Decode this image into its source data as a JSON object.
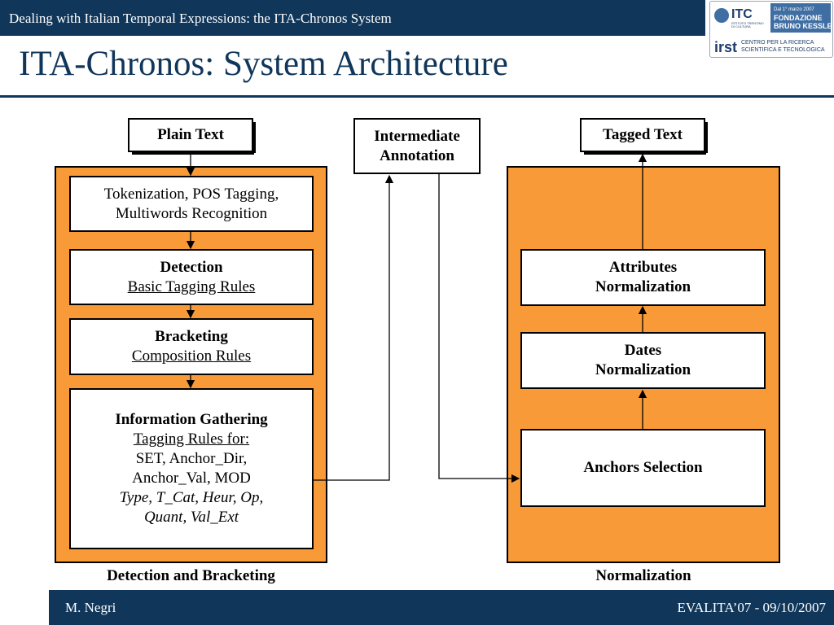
{
  "header": {
    "running_title": "Dealing with Italian Temporal Expressions: the ITA-Chronos System",
    "slide_title": "ITA-Chronos: System Architecture"
  },
  "logo": {
    "itc": "ITC",
    "itc_sub": "ISTITUTO TRENTINO DI CULTURA",
    "date_note": "Dal 1° marzo 2007",
    "fbk_line1": "FONDAZIONE",
    "fbk_line2": "BRUNO KESSLER",
    "irst": "irst",
    "irst_line1": "CENTRO PER LA RICERCA",
    "irst_line2": "SCIENTIFICA E TECNOLOGICA"
  },
  "diagram": {
    "plain_text": "Plain Text",
    "intermediate_line1": "Intermediate",
    "intermediate_line2": "Annotation",
    "tagged_text": "Tagged Text",
    "left_panel": {
      "caption": "Detection and Bracketing",
      "tokenization_line1": "Tokenization, POS Tagging,",
      "tokenization_line2": "Multiwords Recognition",
      "detection_title": "Detection",
      "detection_sub": "Basic Tagging Rules",
      "bracketing_title": "Bracketing",
      "bracketing_sub": "Composition Rules",
      "info_title": "Information Gathering",
      "info_sub": "Tagging Rules for:",
      "info_line1": "SET, Anchor_Dir,",
      "info_line2": "Anchor_Val, MOD",
      "info_line3": "Type, T_Cat, Heur, Op,",
      "info_line4": "Quant, Val_Ext"
    },
    "right_panel": {
      "caption": "Normalization",
      "attributes_line1": "Attributes",
      "attributes_line2": "Normalization",
      "dates_line1": "Dates",
      "dates_line2": "Normalization",
      "anchors": "Anchors Selection"
    }
  },
  "footer": {
    "author": "M. Negri",
    "event": "EVALITA’07 - 09/10/2007"
  }
}
